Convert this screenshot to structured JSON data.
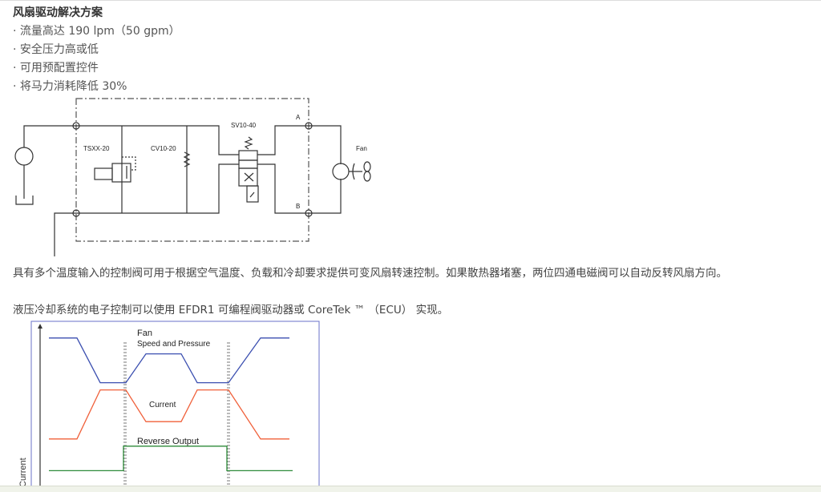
{
  "heading": "风扇驱动解决方案",
  "bullets": [
    "· 流量高达 190 lpm（50 gpm）",
    "· 安全压力高或低",
    "· 可用预配置控件",
    "· 将马力消耗降低 30%"
  ],
  "diagram": {
    "tsxx": "TSXX-20",
    "cv": "CV10-20",
    "sv": "SV10-40",
    "port_a": "A",
    "port_b": "B",
    "fan": "Fan"
  },
  "paragraph1": "具有多个温度输入的控制阀可用于根据空气温度、负载和冷却要求提供可变风扇转速控制。如果散热器堵塞，两位四通电磁阀可以自动反转风扇方向。",
  "paragraph2": "液压冷却系统的电子控制可以使用 EFDR1 可编程阀驱动器或 CoreTek ™ （ECU） 实现。",
  "chart_data": {
    "type": "line",
    "ylabel": "Current",
    "xlabel": "",
    "ylim": [
      0,
      10
    ],
    "xlim": [
      0,
      30.4
    ],
    "labels": {
      "fan_line1": "Fan",
      "fan_line2": "Speed and Pressure",
      "current": "Current",
      "reverse": "Reverse Output"
    },
    "markers_x": [
      9.4,
      9.6,
      22.3,
      22.5
    ],
    "series": [
      {
        "name": "Fan Speed and Pressure",
        "color": "#3b4fb0",
        "x": [
          0,
          3.5,
          6.4,
          9.6,
          12.1,
          16.5,
          18.5,
          22.4,
          26.4,
          30
        ],
        "y": [
          9.9,
          9.9,
          6.8,
          6.8,
          8.8,
          8.8,
          6.8,
          6.8,
          9.9,
          9.9
        ]
      },
      {
        "name": "Current",
        "color": "#f0603a",
        "x": [
          0,
          3.5,
          6.4,
          9.6,
          12.1,
          16.5,
          18.5,
          22.4,
          26.4,
          30
        ],
        "y": [
          2.9,
          2.9,
          6.3,
          6.3,
          4.1,
          4.1,
          6.3,
          6.3,
          2.9,
          2.9
        ]
      },
      {
        "name": "Reverse Output",
        "color": "#2e8b3a",
        "x": [
          0,
          9.3,
          9.3,
          22.2,
          22.2,
          30.4
        ],
        "y": [
          0.7,
          0.7,
          2.4,
          2.4,
          0.7,
          0.7
        ]
      }
    ]
  }
}
